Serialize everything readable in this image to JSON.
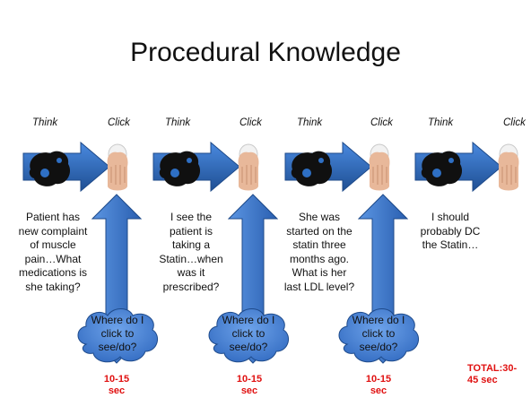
{
  "title": "Procedural Knowledge",
  "steps": [
    {
      "think": "Think",
      "click": "Click",
      "text": [
        "Patient has",
        "new complaint",
        "of muscle",
        "pain…What",
        "medications is",
        "she taking?"
      ]
    },
    {
      "think": "Think",
      "click": "Click",
      "text": [
        "I see the",
        "patient is",
        "taking a",
        "Statin…when",
        "was it",
        "prescribed?"
      ]
    },
    {
      "think": "Think",
      "click": "Click",
      "text": [
        "She was",
        "started on the",
        "statin three",
        "months ago.",
        "What is her",
        "last LDL level?"
      ]
    },
    {
      "think": "Think",
      "click": "Click",
      "text": [
        "I should",
        "probably DC",
        "the Statin…"
      ]
    }
  ],
  "clouds": [
    {
      "text": [
        "Where do I",
        "click to",
        "see/do?"
      ],
      "time": [
        "10-15",
        "sec"
      ]
    },
    {
      "text": [
        "Where do I",
        "click to",
        "see/do?"
      ],
      "time": [
        "10-15",
        "sec"
      ]
    },
    {
      "text": [
        "Where do I",
        "click to",
        "see/do?"
      ],
      "time": [
        "10-15",
        "sec"
      ]
    }
  ],
  "total": [
    "TOTAL:30-",
    "45 sec"
  ],
  "colors": {
    "arrow": "#2e6fc4",
    "arrow_dark": "#1f4f93",
    "gear": "#111111",
    "cloud": "#3b78c8",
    "time": "#e01010"
  },
  "icons": [
    "gear-icon",
    "hand-mouse-icon",
    "up-down-arrow",
    "cloud"
  ]
}
